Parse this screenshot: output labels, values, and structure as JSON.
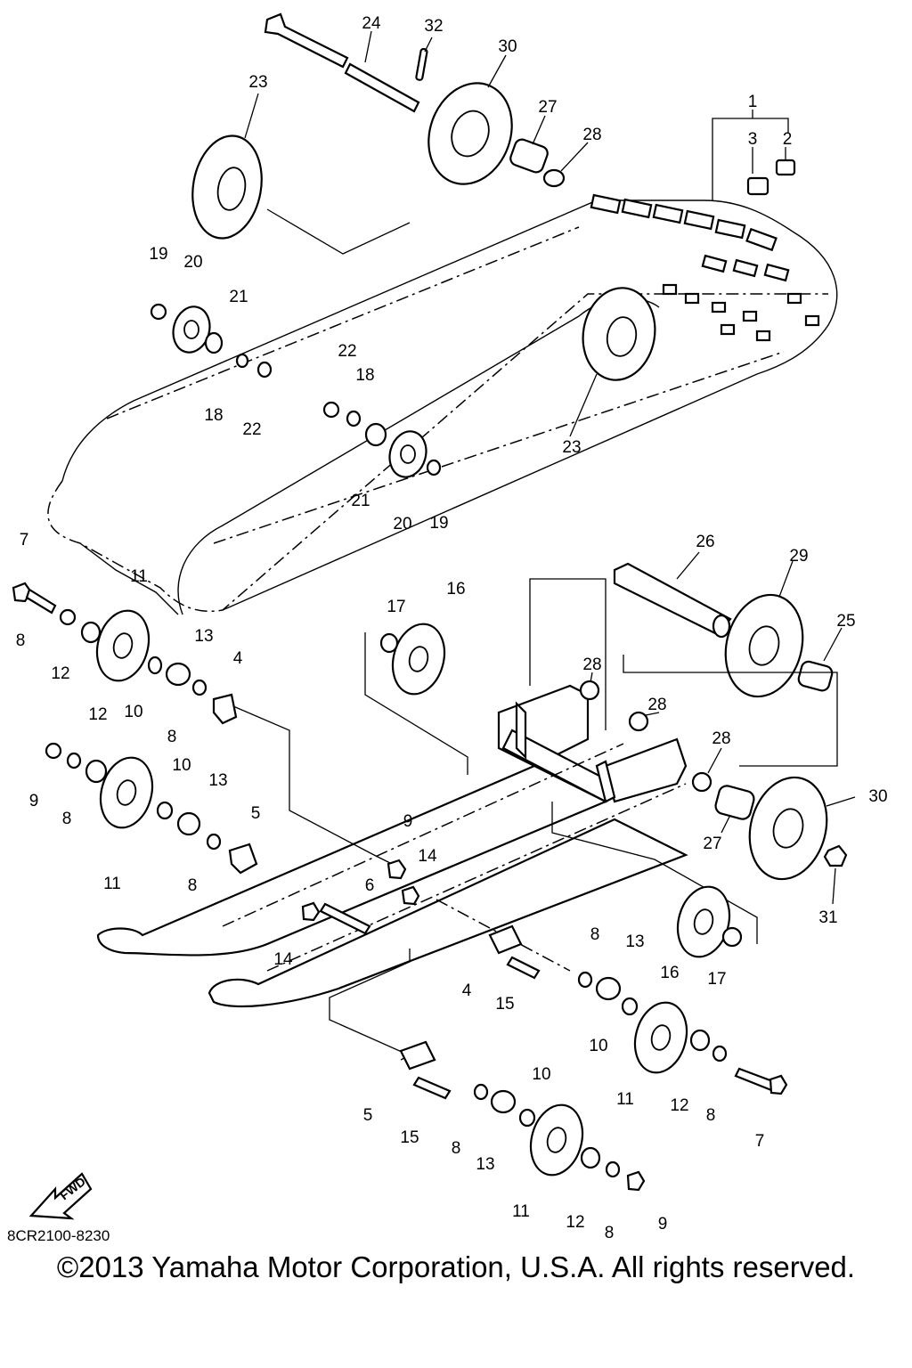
{
  "diagram": {
    "part_numbers": [
      "1",
      "2",
      "3",
      "4",
      "5",
      "6",
      "7",
      "8",
      "9",
      "10",
      "11",
      "12",
      "13",
      "14",
      "15",
      "16",
      "17",
      "18",
      "19",
      "20",
      "21",
      "22",
      "23",
      "24",
      "25",
      "26",
      "27",
      "28",
      "29",
      "30",
      "31",
      "32"
    ],
    "fwd_label": "FWD",
    "code": "8CR2100-8230"
  },
  "footer": {
    "copyright": "©2013 Yamaha Motor Corporation, U.S.A. All rights reserved."
  }
}
